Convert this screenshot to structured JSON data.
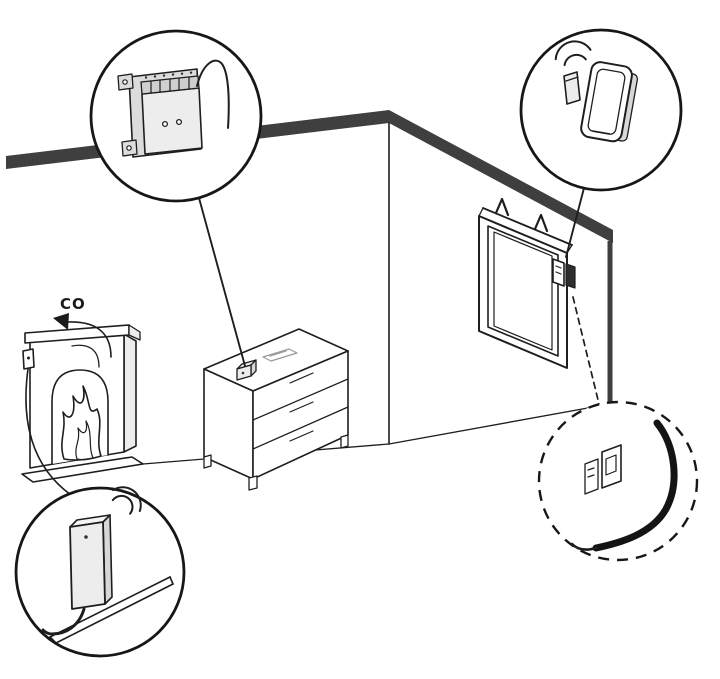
{
  "diagram": {
    "labels": {
      "co_gas": "CO"
    },
    "colors": {
      "background": "#ffffff",
      "line": "#1e1e1e",
      "wall_band": "#3f3f3f",
      "device_light": "#ededed",
      "device_mid": "#d7d7d7",
      "cable": "#141414"
    },
    "components": [
      "control-module",
      "window-contact-sensor",
      "co-detector-transmitter",
      "cable-with-clips",
      "fireplace",
      "dresser",
      "window"
    ]
  }
}
